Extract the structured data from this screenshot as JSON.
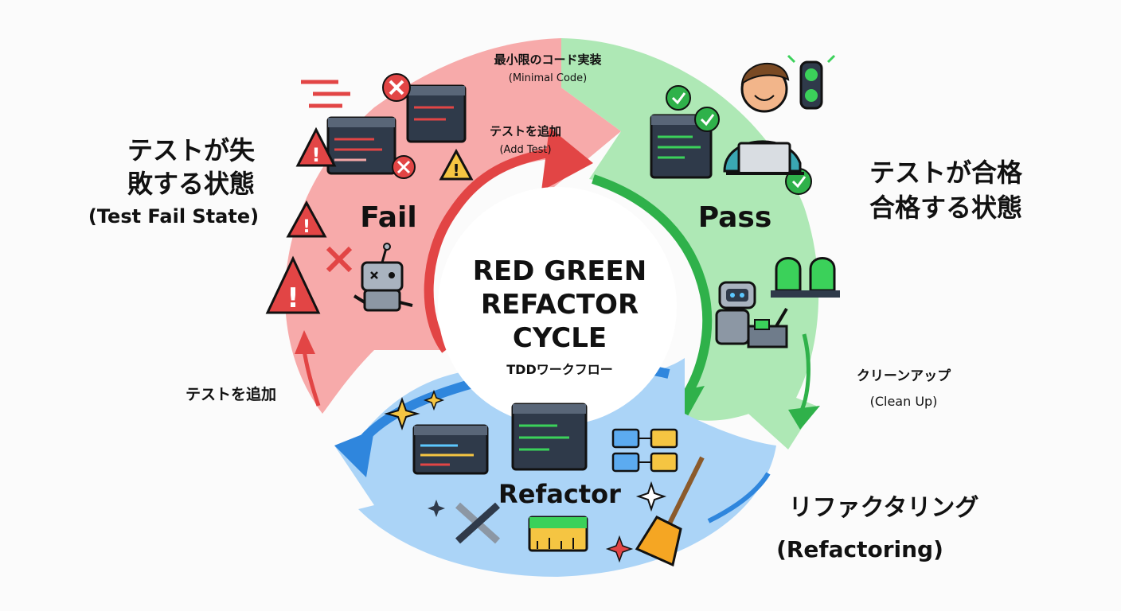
{
  "center": {
    "title_lines": [
      "RED GREEN",
      "REFACTOR",
      "CYCLE"
    ],
    "subtitle": "TDDワークフロー"
  },
  "fail": {
    "label": "Fail",
    "side_lines": [
      "テストが失",
      "敗する状態",
      "(Test Fail State)"
    ],
    "arrow_top_jp": "最小限のコード実装",
    "arrow_top_en": "(Minimal Code)",
    "arrow_mid_jp": "テストを追加",
    "arrow_mid_en": "(Add Test)",
    "add_test_bottom": "テストを追加",
    "color": "#f5a3a3",
    "accent": "#e24545"
  },
  "pass": {
    "label": "Pass",
    "side_lines": [
      "テストが合格",
      "合格する状態"
    ],
    "cleanup_jp": "クリーンアップ",
    "cleanup_en": "(Clean Up)",
    "color": "#a8e6b0",
    "accent": "#2fb14a"
  },
  "refactor": {
    "label": "Refactor",
    "side_jp": "リファクタリング",
    "side_en": "(Refactoring)",
    "color": "#a9d2f5",
    "accent": "#2f86dd"
  }
}
